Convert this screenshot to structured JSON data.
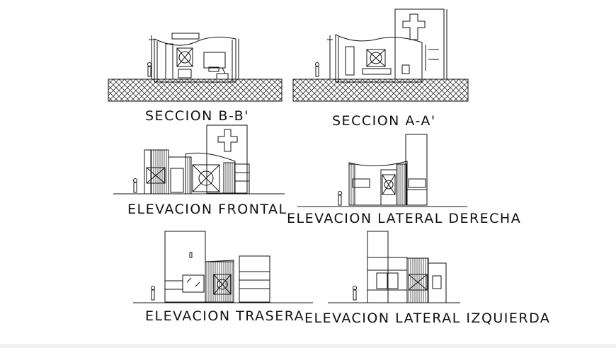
{
  "drawings": {
    "seccion_bb": "SECCION B-B'",
    "seccion_aa": "SECCION A-A'",
    "elev_frontal": "ELEVACION FRONTAL",
    "elev_derecha": "ELEVACION LATERAL DERECHA",
    "elev_trasera": "ELEVACION TRASERA",
    "elev_izquierda": "ELEVACION LATERAL IZQUIERDA"
  },
  "colors": {
    "line": "#111111",
    "hatch": "#333333",
    "background": "#ffffff"
  }
}
